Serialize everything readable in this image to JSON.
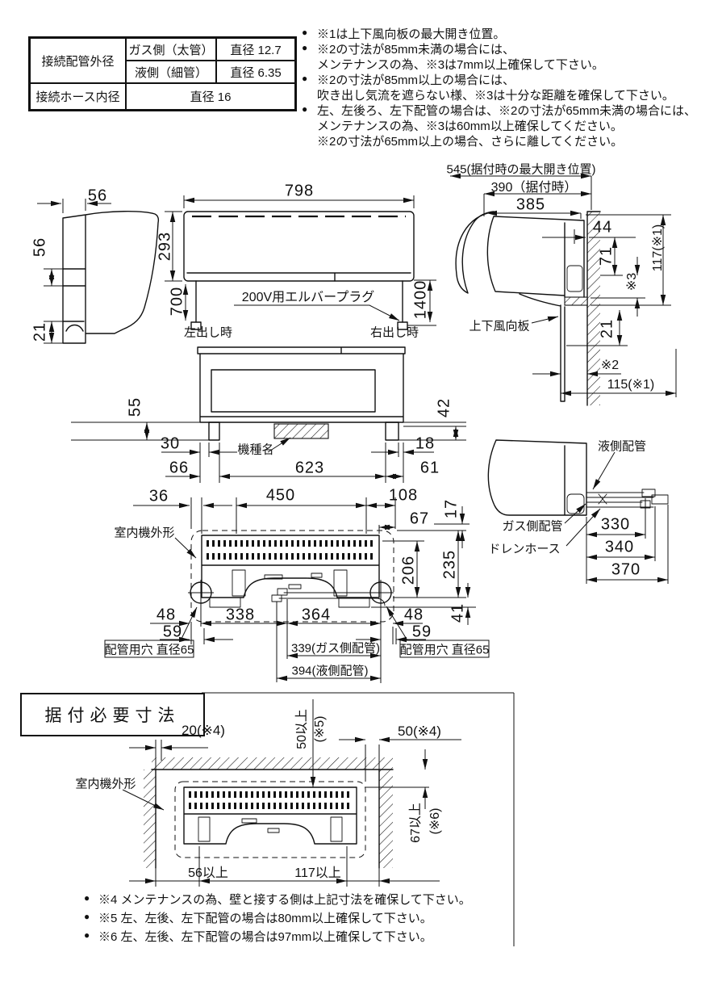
{
  "icons": {
    "bullet": "●"
  },
  "spec_table": {
    "outer_dia_label": "接続配管外径",
    "gas_key": "ガス側（太管）",
    "gas_val": "直径 12.7",
    "liquid_key": "液側（細管）",
    "liquid_val": "直径 6.35",
    "hose_label": "接続ホース内径",
    "hose_val": "直径 16"
  },
  "notes_top": {
    "lines": [
      {
        "bullet": true,
        "text": "※1は上下風向板の最大開き位置。"
      },
      {
        "bullet": true,
        "text": "※2の寸法が85mm未満の場合には、"
      },
      {
        "bullet": false,
        "text": "メンテナンスの為、※3は7mm以上確保して下さい。"
      },
      {
        "bullet": true,
        "text": "※2の寸法が85mm以上の場合には、"
      },
      {
        "bullet": false,
        "text": "吹き出し気流を遮らない様、※3は十分な距離を確保して下さい。"
      },
      {
        "bullet": true,
        "text": "左、左後ろ、左下配管の場合は、※2の寸法が65mm未満の場合には、"
      },
      {
        "bullet": false,
        "text": "メンテナンスの為、※3は60mm以上確保してください。"
      },
      {
        "bullet": false,
        "text": "※2の寸法が65mm以上の場合、さらに離してください。"
      }
    ]
  },
  "side_left": {
    "d56_top": "56",
    "d56": "56",
    "d21": "21"
  },
  "front": {
    "d798": "798",
    "d293": "293",
    "d700": "700",
    "d1400": "1400",
    "plug_label": "200V用エルバープラグ",
    "left_out": "左出し時",
    "right_out": "右出し時"
  },
  "side_right": {
    "d545": "545(据付時の最大開き位置)",
    "d390": "390（据付時）",
    "d385": "385",
    "d44": "44",
    "d71": "71",
    "s3": "※3",
    "d117": "117(※1)",
    "vane_label": "上下風向板",
    "d21": "21",
    "s2": "※2",
    "d115": "115(※1)"
  },
  "bottom_view": {
    "d55": "55",
    "d42": "42",
    "d30": "30",
    "d18": "18",
    "d66": "66",
    "d623": "623",
    "d61": "61",
    "model_label": "機種名"
  },
  "rear_view": {
    "d36": "36",
    "d450": "450",
    "d108": "108",
    "d67": "67",
    "d17": "17",
    "outline_label": "室内機外形",
    "d206": "206",
    "d235": "235",
    "d48_l": "48",
    "d59_l": "59",
    "d338": "338",
    "d364": "364",
    "d48_r": "48",
    "d59_r": "59",
    "d41": "41",
    "d339": "339(ガス側配管)",
    "d394": "394(液側配管)",
    "hole_label_left": "配管用穴 直径65",
    "hole_label_right": "配管用穴 直径65"
  },
  "pipe_view": {
    "liquid_label": "液側配管",
    "gas_label": "ガス側配管",
    "drain_label": "ドレンホース",
    "d330": "330",
    "d340": "340",
    "d370": "370"
  },
  "install": {
    "title": "据付必要寸法",
    "d20": "20(※4)",
    "d50_vert": "50以上",
    "d50_vert_ref": "(※5)",
    "d50": "50(※4)",
    "outline_label": "室内機外形",
    "d67_min": "67以上",
    "d67_ref": "(※6)",
    "d56_min": "56以上",
    "d117_min": "117以上",
    "notes": [
      {
        "text": "※4 メンテナンスの為、壁と接する側は上記寸法を確保して下さい。"
      },
      {
        "text": "※5 左、左後、左下配管の場合は80mm以上確保して下さい。"
      },
      {
        "text": "※6 左、左後、左下配管の場合は97mm以上確保して下さい。"
      }
    ]
  }
}
